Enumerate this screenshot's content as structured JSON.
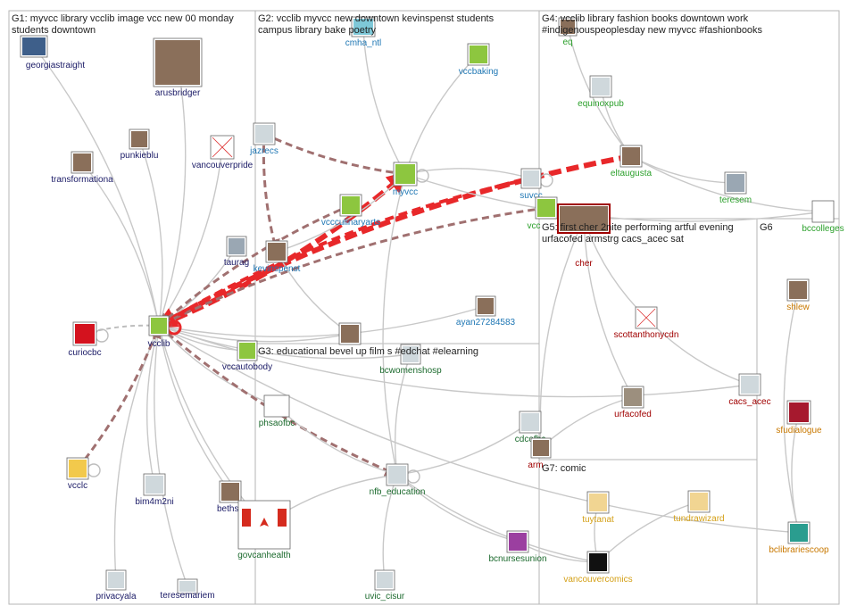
{
  "groups": [
    {
      "id": "G1",
      "label_lines": [
        "G1: myvcc library vcclib image vcc new 00 monday",
        "students downtown"
      ]
    },
    {
      "id": "G2",
      "label_lines": [
        "G2: vcclib myvcc new downtown kevinspenst students",
        "campus library bake poetry"
      ]
    },
    {
      "id": "G4",
      "label_lines": [
        "G4: vcclib library fashion books downtown work",
        "#indigenouspeoplesday new myvcc #fashionbooks"
      ]
    },
    {
      "id": "G5",
      "label_lines": [
        "G5: first cher 2nite performing artful evening",
        "urfacofed armstrg cacs_acec sat"
      ]
    },
    {
      "id": "G6",
      "label_lines": [
        "G6"
      ]
    },
    {
      "id": "G3",
      "label_lines": [
        "G3: educational bevel up film s #edchat #elearning"
      ]
    },
    {
      "id": "G7",
      "label_lines": [
        "G7: comic"
      ]
    }
  ],
  "colors": {
    "G1": "#1a1a66",
    "G2": "#1f77b4",
    "G3": "#1b6a2d",
    "G4": "#2ca02c",
    "G5": "#a00000",
    "G6": "#c87800",
    "G7": "#d4a017",
    "edge": "#c8c8c8",
    "edge_strong": "#a07070",
    "edge_red": "#e8282a"
  },
  "nodes": [
    {
      "id": "georgiastraight",
      "label": "georgiastraight",
      "group": "G1",
      "icon": "newspaper-icon"
    },
    {
      "id": "arusbridger",
      "label": "arusbridger",
      "group": "G1",
      "icon": "person-photo-icon"
    },
    {
      "id": "punkieblu",
      "label": "punkieblu",
      "group": "G1",
      "icon": "person-photo-icon"
    },
    {
      "id": "transformationa",
      "label": "transformationa",
      "group": "G1",
      "icon": "person-photo-icon"
    },
    {
      "id": "vancouverpride",
      "label": "vancouverpride",
      "group": "G1",
      "icon": "missing-image-icon"
    },
    {
      "id": "taurag",
      "label": "taurag",
      "group": "G1",
      "icon": "default-avatar-icon"
    },
    {
      "id": "vcclib",
      "label": "vcclib",
      "group": "G1",
      "icon": "vcc-library-logo-icon"
    },
    {
      "id": "curiocbc",
      "label": "curiocbc",
      "group": "G1",
      "icon": "cbc-logo-icon"
    },
    {
      "id": "vccautobody",
      "label": "vccautobody",
      "group": "G1",
      "icon": "vcc-logo-icon"
    },
    {
      "id": "vcclc",
      "label": "vcclc",
      "group": "G1",
      "icon": "color-bars-icon"
    },
    {
      "id": "bim4m2ni",
      "label": "bim4m2ni",
      "group": "G1",
      "icon": "document-icon"
    },
    {
      "id": "bethsh",
      "label": "bethsh",
      "group": "G1",
      "icon": "person-photo-icon"
    },
    {
      "id": "privacyala",
      "label": "privacyala",
      "group": "G1",
      "icon": "badge-icon"
    },
    {
      "id": "teresemariem",
      "label": "teresemariem",
      "group": "G1",
      "icon": "envelope-icon"
    },
    {
      "id": "cmha_ntl",
      "label": "cmha_ntl",
      "group": "G2",
      "icon": "landscape-icon"
    },
    {
      "id": "vccbaking",
      "label": "vccbaking",
      "group": "G2",
      "icon": "vcc-logo-icon"
    },
    {
      "id": "jazrecs",
      "label": "jazrecs",
      "group": "G2",
      "icon": "jaz-logo-icon"
    },
    {
      "id": "myvcc",
      "label": "myvcc",
      "group": "G2",
      "icon": "vcc-logo-icon"
    },
    {
      "id": "vccculinaryarts",
      "label": "vccculinaryarts",
      "group": "G2",
      "icon": "vcc-logo-icon"
    },
    {
      "id": "kevinspenst",
      "label": "kevinspenst",
      "group": "G2",
      "icon": "person-photo-icon"
    },
    {
      "id": "suvcc",
      "label": "suvcc",
      "group": "G2",
      "icon": "circle-logo-icon"
    },
    {
      "id": "ayan27284583",
      "label": "ayan27284583",
      "group": "G2",
      "icon": "person-photo-icon"
    },
    {
      "id": "g3-person",
      "label": "",
      "group": "G2",
      "icon": "person-photo-icon"
    },
    {
      "id": "bcwomenshosp",
      "label": "bcwomenshosp",
      "group": "G3",
      "icon": "hospital-logo-icon"
    },
    {
      "id": "phsaofbc",
      "label": "phsaofbc",
      "group": "G3",
      "icon": "phsa-logo-icon"
    },
    {
      "id": "cdcofbc",
      "label": "cdcofbc",
      "group": "G3",
      "icon": "cdc-logo-icon"
    },
    {
      "id": "nfb_education",
      "label": "nfb_education",
      "group": "G3",
      "icon": "nfb-logo-icon"
    },
    {
      "id": "govcanhealth",
      "label": "govcanhealth",
      "group": "G3",
      "icon": "canada-flag-icon"
    },
    {
      "id": "bcnursesunion",
      "label": "bcnursesunion",
      "group": "G3",
      "icon": "union-logo-icon"
    },
    {
      "id": "uvic_cisur",
      "label": "uvic_cisur",
      "group": "G3",
      "icon": "uvic-logo-icon"
    },
    {
      "id": "eq",
      "label": "eq",
      "group": "G4",
      "icon": "person-photo-icon"
    },
    {
      "id": "equinoxpub",
      "label": "equinoxpub",
      "group": "G4",
      "icon": "equinox-logo-icon"
    },
    {
      "id": "eltaugusta",
      "label": "eltaugusta",
      "group": "G4",
      "icon": "person-photo-icon"
    },
    {
      "id": "teresem",
      "label": "teresem",
      "group": "G4",
      "icon": "default-avatar-icon"
    },
    {
      "id": "bccolleges",
      "label": "bccolleges",
      "group": "G4",
      "icon": "bc-colleges-logo-icon"
    },
    {
      "id": "vcc-g4",
      "label": "vcc",
      "group": "G4",
      "icon": "vcc-logo-icon"
    },
    {
      "id": "cher",
      "label": "cher",
      "group": "G5",
      "icon": "person-photo-icon"
    },
    {
      "id": "scottanthonycdn",
      "label": "scottanthonycdn",
      "group": "G5",
      "icon": "missing-image-icon"
    },
    {
      "id": "urfacofed",
      "label": "urfacofed",
      "group": "G5",
      "icon": "building-photo-icon"
    },
    {
      "id": "cacs_acec",
      "label": "cacs_acec",
      "group": "G5",
      "icon": "logo-icon"
    },
    {
      "id": "armstrg",
      "label": "arm",
      "group": "G5",
      "icon": "person-photo-icon"
    },
    {
      "id": "shlew",
      "label": "shlew",
      "group": "G6",
      "icon": "person-photo-icon"
    },
    {
      "id": "sfudialogue",
      "label": "sfudialogue",
      "group": "G6",
      "icon": "sfu-logo-icon"
    },
    {
      "id": "bclibrariescoop",
      "label": "bclibrariescoop",
      "group": "G6",
      "icon": "coop-logo-icon"
    },
    {
      "id": "tuytanat",
      "label": "tuytanat",
      "group": "G7",
      "icon": "cartoon-icon"
    },
    {
      "id": "tundrawizard",
      "label": "tundrawizard",
      "group": "G7",
      "icon": "cartoon-icon"
    },
    {
      "id": "vancouvercomics",
      "label": "vancouvercomics",
      "group": "G7",
      "icon": "comic-logo-icon"
    }
  ],
  "edges": [
    {
      "from": "vcclib",
      "to": "georgiastraight",
      "style": "normal"
    },
    {
      "from": "vcclib",
      "to": "arusbridger",
      "style": "normal"
    },
    {
      "from": "vcclib",
      "to": "punkieblu",
      "style": "normal"
    },
    {
      "from": "vcclib",
      "to": "transformationa",
      "style": "normal"
    },
    {
      "from": "vcclib",
      "to": "vancouverpride",
      "style": "normal"
    },
    {
      "from": "vcclib",
      "to": "taurag",
      "style": "normal"
    },
    {
      "from": "vcclib",
      "to": "curiocbc",
      "style": "dashed"
    },
    {
      "from": "vcclib",
      "to": "vccautobody",
      "style": "normal"
    },
    {
      "from": "vcclib",
      "to": "bim4m2ni",
      "style": "normal"
    },
    {
      "from": "vcclib",
      "to": "bethsh",
      "style": "normal"
    },
    {
      "from": "vcclib",
      "to": "privacyala",
      "style": "normal"
    },
    {
      "from": "vcclib",
      "to": "teresemariem",
      "style": "normal"
    },
    {
      "from": "vcclc",
      "to": "vcclib",
      "style": "strong-dashed"
    },
    {
      "from": "vcclib",
      "to": "govcanhealth",
      "style": "normal"
    },
    {
      "from": "vcclib",
      "to": "phsaofbc",
      "style": "normal"
    },
    {
      "from": "vcclib",
      "to": "nfb_education",
      "style": "strong-dashed"
    },
    {
      "from": "vcclib",
      "to": "cacs_acec",
      "style": "normal"
    },
    {
      "from": "vcclib",
      "to": "ayan27284583",
      "style": "normal"
    },
    {
      "from": "vcclib",
      "to": "bcwomenshosp",
      "style": "normal"
    },
    {
      "from": "vcclib",
      "to": "bclibrariescoop",
      "style": "normal"
    },
    {
      "from": "vcclib",
      "to": "g3-person",
      "style": "normal"
    },
    {
      "from": "vcclib",
      "to": "myvcc",
      "style": "red-heavy"
    },
    {
      "from": "eltaugusta",
      "to": "vcclib",
      "style": "red-heavy"
    },
    {
      "from": "vcc-g4",
      "to": "vcclib",
      "style": "strong-dashed"
    },
    {
      "from": "jazrecs",
      "to": "myvcc",
      "style": "strong-dashed"
    },
    {
      "from": "suvcc",
      "to": "vcclib",
      "style": "red-dashed"
    },
    {
      "from": "vccculinaryarts",
      "to": "vcclib",
      "style": "strong-dashed"
    },
    {
      "from": "kevinspenst",
      "to": "myvcc",
      "style": "normal"
    },
    {
      "from": "cmha_ntl",
      "to": "myvcc",
      "style": "normal"
    },
    {
      "from": "vccbaking",
      "to": "myvcc",
      "style": "normal"
    },
    {
      "from": "suvcc",
      "to": "myvcc",
      "style": "normal"
    },
    {
      "from": "equinoxpub",
      "to": "eltaugusta",
      "style": "normal"
    },
    {
      "from": "eq",
      "to": "eltaugusta",
      "style": "normal"
    },
    {
      "from": "eltaugusta",
      "to": "teresem",
      "style": "normal"
    },
    {
      "from": "eltaugusta",
      "to": "bccolleges",
      "style": "normal"
    },
    {
      "from": "myvcc",
      "to": "bccolleges",
      "style": "normal"
    },
    {
      "from": "cher",
      "to": "scottanthonycdn",
      "style": "normal"
    },
    {
      "from": "cher",
      "to": "urfacofed",
      "style": "normal"
    },
    {
      "from": "cher",
      "to": "armstrg",
      "style": "normal"
    },
    {
      "from": "scottanthonycdn",
      "to": "cacs_acec",
      "style": "normal"
    },
    {
      "from": "urfacofed",
      "to": "armstrg",
      "style": "normal"
    },
    {
      "from": "nfb_education",
      "to": "govcanhealth",
      "style": "normal"
    },
    {
      "from": "nfb_education",
      "to": "uvic_cisur",
      "style": "normal"
    },
    {
      "from": "nfb_education",
      "to": "bcnursesunion",
      "style": "normal"
    },
    {
      "from": "nfb_education",
      "to": "cdcofbc",
      "style": "normal"
    },
    {
      "from": "nfb_education",
      "to": "vancouvercomics",
      "style": "normal"
    },
    {
      "from": "phsaofbc",
      "to": "nfb_education",
      "style": "normal"
    },
    {
      "from": "bcwomenshosp",
      "to": "nfb_education",
      "style": "normal"
    },
    {
      "from": "tundrawizard",
      "to": "vancouvercomics",
      "style": "normal"
    },
    {
      "from": "tuytanat",
      "to": "vancouvercomics",
      "style": "normal"
    },
    {
      "from": "shlew",
      "to": "bclibrariescoop",
      "style": "normal"
    },
    {
      "from": "sfudialogue",
      "to": "bclibrariescoop",
      "style": "normal"
    },
    {
      "from": "kevinspenst",
      "to": "g3-person",
      "style": "normal"
    },
    {
      "from": "jazrecs",
      "to": "kevinspenst",
      "style": "strong-dashed"
    },
    {
      "from": "myvcc",
      "to": "nfb_education",
      "style": "normal"
    },
    {
      "from": "bcnursesunion",
      "to": "vancouvercomics",
      "style": "normal"
    }
  ]
}
